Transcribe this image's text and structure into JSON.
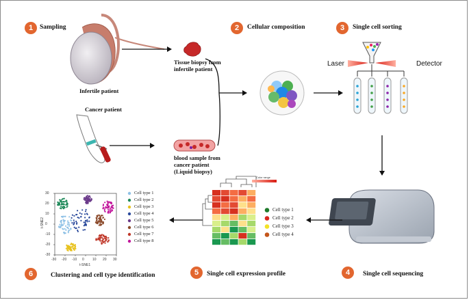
{
  "steps": [
    {
      "number": "1",
      "label": "Sampling"
    },
    {
      "number": "2",
      "label": "Cellular composition"
    },
    {
      "number": "3",
      "label": "Single cell sorting"
    },
    {
      "number": "4",
      "label": "Single cell sequencing"
    },
    {
      "number": "5",
      "label": "Single cell expression profile"
    },
    {
      "number": "6",
      "label": "Clustering and cell type identification"
    }
  ],
  "sampling": {
    "infertile_label": "Infertile patient",
    "cancer_label": "Cancer patient",
    "tissue_caption": [
      "Tissue biopsy from",
      "infertile patient"
    ],
    "blood_caption": [
      "blood sample from",
      "cancer patient",
      "(Liquid biopsy)"
    ]
  },
  "sorting": {
    "laser_label": "Laser",
    "detector_label": "Detector"
  },
  "heatmap": {
    "color_range_label": "Color range",
    "legend": [
      "Cell type 1",
      "Cell type 2",
      "Cell type 3",
      "Cell type 4"
    ],
    "legend_colors": [
      "#1e7a2a",
      "#d8251d",
      "#f3e227",
      "#c4561b"
    ]
  },
  "tsne": {
    "xlabel": "t-SNE1",
    "ylabel": "t-SNE2",
    "xticks": [
      "-30",
      "-20",
      "-10",
      "0",
      "10",
      "20",
      "30"
    ],
    "yticks": [
      "30",
      "20",
      "10",
      "0",
      "-10",
      "-20",
      "-30"
    ],
    "legend": [
      "Cell type 1",
      "Cell type 2",
      "Cell type 3",
      "Cell type 4",
      "Cell type 5",
      "Cell type 6",
      "Cell type 7",
      "Cell type 8"
    ],
    "legend_colors": [
      "#8fc1e6",
      "#1f8a5a",
      "#e8c21f",
      "#2a4a9c",
      "#6b3a8a",
      "#8b4a2b",
      "#c0392b",
      "#c2189c"
    ]
  }
}
